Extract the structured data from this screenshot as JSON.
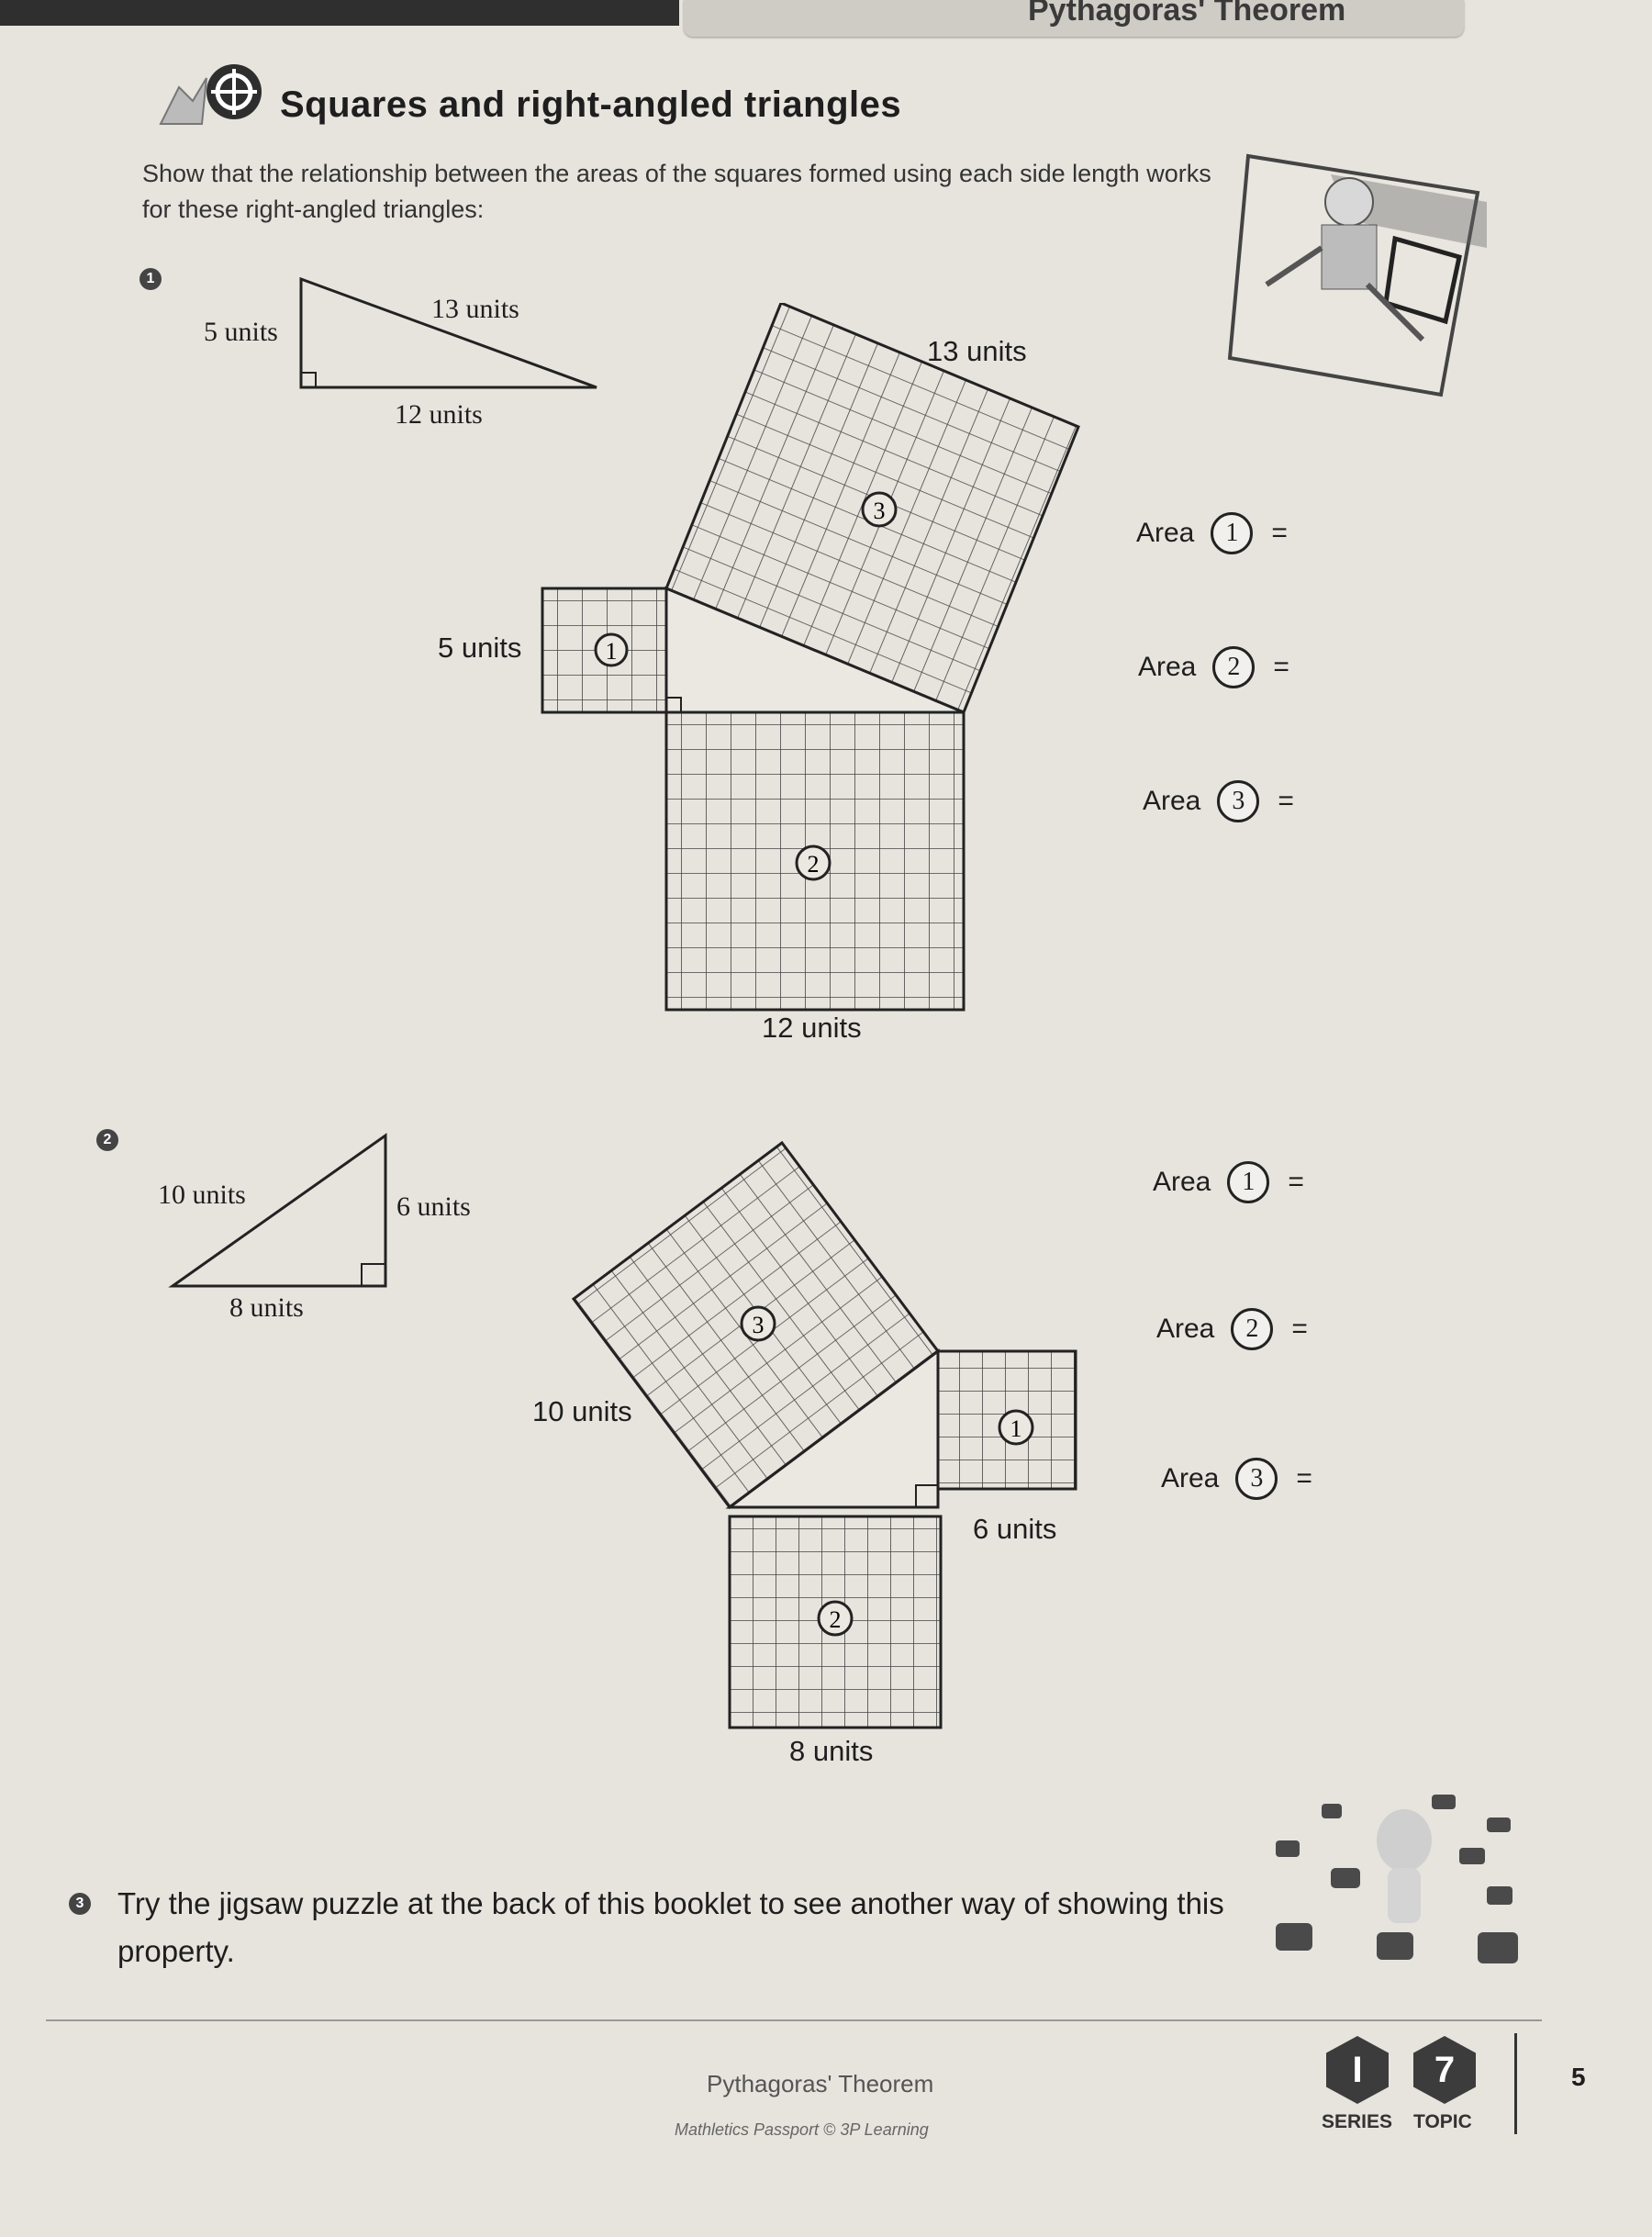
{
  "header": {
    "title": "Pythagoras' Theorem"
  },
  "section": {
    "title": "Squares and right-angled triangles"
  },
  "instructions": "Show that the relationship between the areas of the squares formed using each side length works for these right-angled triangles:",
  "q1": {
    "number": "1",
    "triangle": {
      "hyp": "13 units",
      "leg_a": "5 units",
      "leg_b": "12 units"
    },
    "diagram": {
      "hyp": "13 units",
      "leg_a": "5 units",
      "leg_b": "12 units",
      "sq1": "1",
      "sq2": "2",
      "sq3": "3"
    },
    "areas": [
      {
        "label": "Area",
        "num": "1",
        "eq": "="
      },
      {
        "label": "Area",
        "num": "2",
        "eq": "="
      },
      {
        "label": "Area",
        "num": "3",
        "eq": "="
      }
    ]
  },
  "q2": {
    "number": "2",
    "triangle": {
      "hyp": "10 units",
      "leg_a": "6 units",
      "leg_b": "8 units"
    },
    "diagram": {
      "hyp": "10 units",
      "leg_a": "6 units",
      "leg_b": "8 units",
      "sq1": "1",
      "sq2": "2",
      "sq3": "3"
    },
    "areas": [
      {
        "label": "Area",
        "num": "1",
        "eq": "="
      },
      {
        "label": "Area",
        "num": "2",
        "eq": "="
      },
      {
        "label": "Area",
        "num": "3",
        "eq": "="
      }
    ]
  },
  "q3": {
    "number": "3",
    "text": "Try the jigsaw puzzle at the back of this booklet to see another way of showing this property."
  },
  "footer": {
    "title": "Pythagoras' Theorem",
    "copyright": "Mathletics Passport © 3P Learning",
    "series": {
      "value": "I",
      "label": "SERIES"
    },
    "topic": {
      "value": "7",
      "label": "TOPIC"
    },
    "page": "5"
  }
}
